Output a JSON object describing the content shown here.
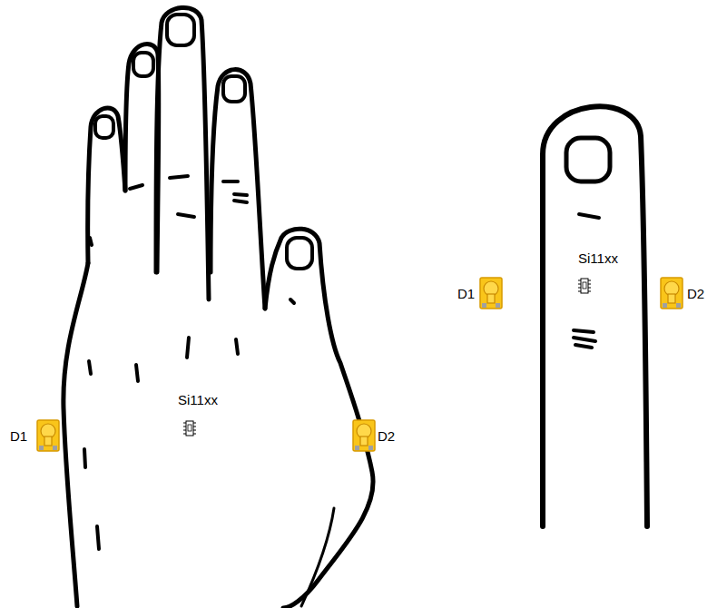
{
  "diagram": {
    "labels": [
      "Si11xx",
      "D1",
      "D2",
      "Si11xx",
      "D1",
      "D2"
    ]
  }
}
